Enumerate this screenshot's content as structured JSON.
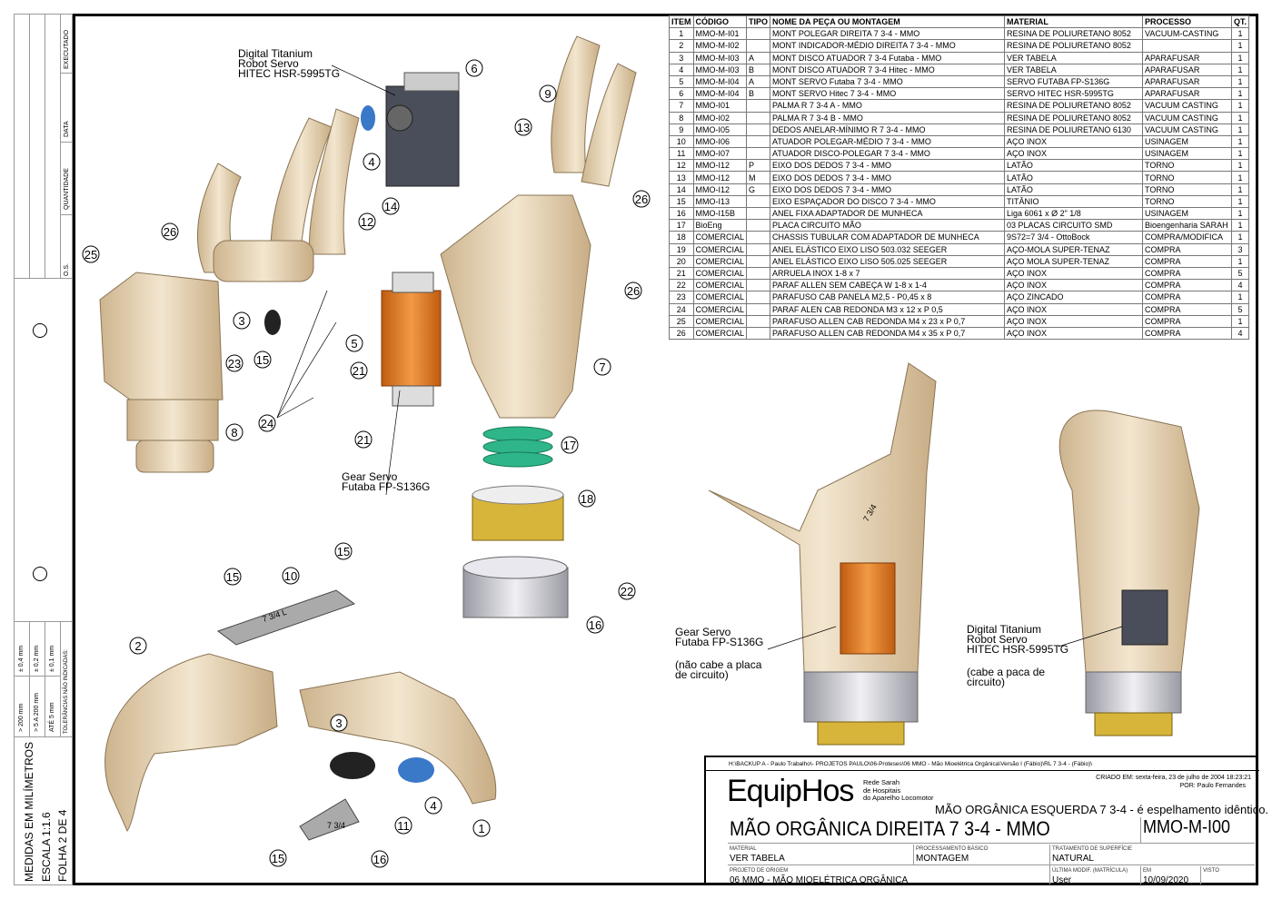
{
  "left_strip": {
    "revision_headers": [
      "O.S.",
      "QUANTIDADE",
      "DATA",
      "EXECUTADO"
    ],
    "units": "MEDIDAS EM MILÍMETROS",
    "scale": "ESCALA 1:1.6",
    "sheet": "FOLHA 2 DE 4",
    "tolerance_title": "TOLERÂNCIAS NÃO INDICADAS:",
    "tolerances": [
      {
        "range": "> 200 mm",
        "tol": "± 0,4 mm"
      },
      {
        "range": "> 5 A 200 mm",
        "tol": "± 0,2 mm"
      },
      {
        "range": "ATÉ 5 mm",
        "tol": "± 0,1 mm"
      }
    ]
  },
  "bom": {
    "headers": [
      "ITEM",
      "CÓDIGO",
      "TIPO",
      "NOME DA PEÇA OU MONTAGEM",
      "MATERIAL",
      "PROCESSO",
      "QT."
    ],
    "rows": [
      [
        "1",
        "MMO-M-I01",
        "",
        "MONT POLEGAR DIREITA 7 3-4 - MMO",
        "RESINA DE POLIURETANO 8052",
        "VACUUM-CASTING",
        "1"
      ],
      [
        "2",
        "MMO-M-I02",
        "",
        "MONT INDICADOR-MÉDIO DIREITA 7 3-4 - MMO",
        "RESINA DE POLIURETANO 8052",
        "",
        "1"
      ],
      [
        "3",
        "MMO-M-I03",
        "A",
        "MONT DISCO ATUADOR 7 3-4 Futaba - MMO",
        "VER TABELA",
        "APARAFUSAR",
        "1"
      ],
      [
        "4",
        "MMO-M-I03",
        "B",
        "MONT DISCO ATUADOR 7 3-4 Hitec - MMO",
        "VER TABELA",
        "APARAFUSAR",
        "1"
      ],
      [
        "5",
        "MMO-M-I04",
        "A",
        "MONT SERVO Futaba 7 3-4 - MMO",
        "SERVO FUTABA FP-S136G",
        "APARAFUSAR",
        "1"
      ],
      [
        "6",
        "MMO-M-I04",
        "B",
        "MONT SERVO Hitec 7 3-4 - MMO",
        "SERVO HITEC HSR-5995TG",
        "APARAFUSAR",
        "1"
      ],
      [
        "7",
        "MMO-I01",
        "",
        "PALMA R 7 3-4 A - MMO",
        "RESINA DE POLIURETANO 8052",
        "VACUUM CASTING",
        "1"
      ],
      [
        "8",
        "MMO-I02",
        "",
        "PALMA R 7 3-4 B - MMO",
        "RESINA DE POLIURETANO 8052",
        "VACUUM CASTING",
        "1"
      ],
      [
        "9",
        "MMO-I05",
        "",
        "DEDOS ANELAR-MÍNIMO R 7 3-4 - MMO",
        "RESINA DE POLIURETANO 6130",
        "VACUUM CASTING",
        "1"
      ],
      [
        "10",
        "MMO-I06",
        "",
        "ATUADOR POLEGAR-MÉDIO 7 3-4 - MMO",
        "AÇO INOX",
        "USINAGEM",
        "1"
      ],
      [
        "11",
        "MMO-I07",
        "",
        "ATUADOR DISCO-POLEGAR 7 3-4 - MMO",
        "AÇO INOX",
        "USINAGEM",
        "1"
      ],
      [
        "12",
        "MMO-I12",
        "P",
        "EIXO DOS DEDOS 7 3-4 - MMO",
        "LATÃO",
        "TORNO",
        "1"
      ],
      [
        "13",
        "MMO-I12",
        "M",
        "EIXO DOS DEDOS 7 3-4 - MMO",
        "LATÃO",
        "TORNO",
        "1"
      ],
      [
        "14",
        "MMO-I12",
        "G",
        "EIXO DOS DEDOS 7 3-4 - MMO",
        "LATÃO",
        "TORNO",
        "1"
      ],
      [
        "15",
        "MMO-I13",
        "",
        "EIXO ESPAÇADOR DO DISCO 7 3-4 - MMO",
        "TITÂNIO",
        "TORNO",
        "1"
      ],
      [
        "16",
        "MMO-I15B",
        "",
        "ANEL FIXA ADAPTADOR DE MUNHECA",
        "Liga 6061 x Ø 2\" 1/8",
        "USINAGEM",
        "1"
      ],
      [
        "17",
        "BioEng",
        "",
        "PLACA CIRCUITO MÃO",
        "03 PLACAS CIRCUITO SMD",
        "Bioengenharia SARAH",
        "1"
      ],
      [
        "18",
        "COMERCIAL",
        "",
        "CHASSIS TUBULAR COM ADAPTADOR DE MUNHECA",
        "9S72=7 3/4 - OttoBock",
        "COMPRA/MODIFICA",
        "1"
      ],
      [
        "19",
        "COMERCIAL",
        "",
        "ANEL ELÁSTICO EIXO LISO 503.032 SEEGER",
        "AÇO-MOLA SUPER-TENAZ",
        "COMPRA",
        "3"
      ],
      [
        "20",
        "COMERCIAL",
        "",
        "ANEL ELÁSTICO EIXO LISO 505.025 SEEGER",
        "AÇO MOLA SUPER-TENAZ",
        "COMPRA",
        "1"
      ],
      [
        "21",
        "COMERCIAL",
        "",
        "ARRUELA INOX 1-8 x 7",
        "AÇO INOX",
        "COMPRA",
        "5"
      ],
      [
        "22",
        "COMERCIAL",
        "",
        "PARAF ALLEN SEM CABEÇA W 1-8 x 1-4",
        "AÇO INOX",
        "COMPRA",
        "4"
      ],
      [
        "23",
        "COMERCIAL",
        "",
        "PARAFUSO CAB PANELA M2,5 - P0,45 x 8",
        "AÇO ZINCADO",
        "COMPRA",
        "1"
      ],
      [
        "24",
        "COMERCIAL",
        "",
        "PARAF ALEN CAB REDONDA M3 x 12 x P 0,5",
        "AÇO INOX",
        "COMPRA",
        "5"
      ],
      [
        "25",
        "COMERCIAL",
        "",
        "PARAFUSO ALLEN CAB REDONDA M4 x 23 x P 0,7",
        "AÇO INOX",
        "COMPRA",
        "1"
      ],
      [
        "26",
        "COMERCIAL",
        "",
        "PARAFUSO ALLEN CAB REDONDA M4 x 35 x P 0,7",
        "AÇO INOX",
        "COMPRA",
        "4"
      ]
    ]
  },
  "callouts": {
    "hitec_top": "Digital Titanium\nRobot Servo\nHITEC HSR-5995TG",
    "futaba_mid": "Gear Servo\nFutaba FP-S136G",
    "futaba_right": "Gear Servo\nFutaba FP-S136G",
    "futaba_note": "(não cabe a placa\nde circuito)",
    "hitec_right": "Digital Titanium\nRobot Servo\nHITEC HSR-5995TG",
    "hitec_note": "(cabe a paca de\ncircuito)"
  },
  "balloons": [
    "6",
    "9",
    "4",
    "13",
    "26",
    "14",
    "12",
    "26",
    "25",
    "26",
    "3",
    "5",
    "7",
    "21",
    "23",
    "15",
    "24",
    "8",
    "21",
    "17",
    "18",
    "15",
    "15",
    "10",
    "22",
    "16",
    "2",
    "3",
    "4",
    "11",
    "1",
    "15",
    "16"
  ],
  "part_engravings": {
    "actuator_10": "7 3/4 L",
    "actuator_11": "7 3/4",
    "palm_7": "7 3/4"
  },
  "title_block": {
    "file_path": "H:\\BACKUP A - Paulo Trabalho\\- PROJETOS PAULO\\06-Proteses\\06 MMO - Mão Mioelétrica Orgânica\\Versão I (Fábio)\\RL 7 3-4 - (Fábio)\\",
    "created": "CRIADO EM: sexta-feira, 23 de julho de 2004 18:23:21",
    "author": "POR: Paulo Fernandes",
    "logo": "EquipHos",
    "org": [
      "Rede Sarah",
      "de Hospitais",
      "do Aparelho Locomotor"
    ],
    "mirror_note": "MÃO ORGÂNICA ESQUERDA 7 3-4 - é espelhamento idêntico.",
    "title": "MÃO ORGÂNICA DIREITA 7 3-4 - MMO",
    "code": "MMO-M-I00",
    "material_label": "MATERIAL",
    "material": "VER TABELA",
    "process_label": "PROCESSAMENTO BÁSICO",
    "process": "MONTAGEM",
    "surface_label": "TRATAMENTO DE SUPERFÍCIE",
    "surface": "NATURAL",
    "origin_label": "PROJETO DE ORIGEM",
    "origin": "06 MMO - MÃO MIOELÉTRICA ORGÂNICA",
    "modified_label": "ÚLTIMA MODIF. (MATRÍCULA)",
    "modified": "User",
    "date_label": "EM",
    "date": "10/09/2020",
    "visto_label": "VISTO",
    "visto": ""
  },
  "colors": {
    "resin": "#e8d6b8",
    "servo_futaba": "#e07a20",
    "servo_hitec": "#4a4e5a",
    "circuit": "#2fb58a",
    "brass": "#d7b53a",
    "aluminum": "#d0d0d6",
    "actuator_blue": "#3a78c8"
  }
}
